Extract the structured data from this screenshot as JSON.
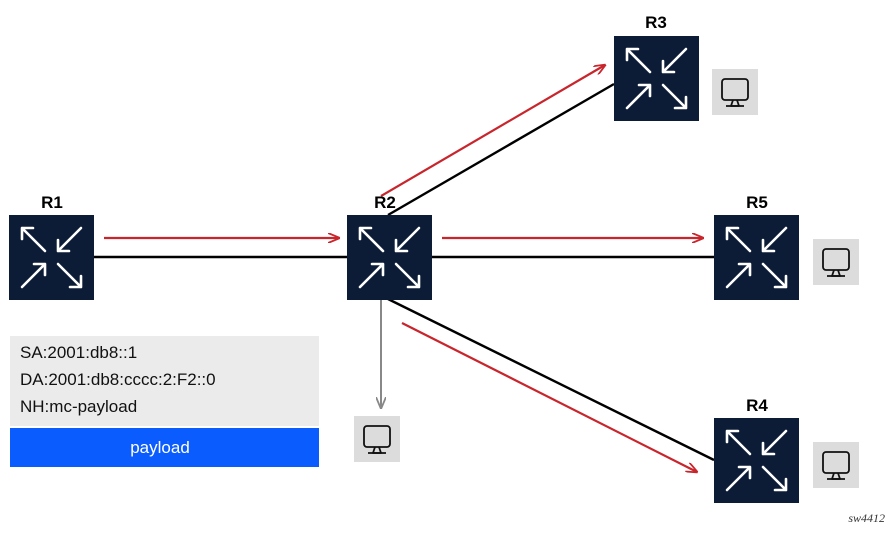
{
  "routers": {
    "r1": {
      "label": "R1"
    },
    "r2": {
      "label": "R2"
    },
    "r3": {
      "label": "R3"
    },
    "r4": {
      "label": "R4"
    },
    "r5": {
      "label": "R5"
    }
  },
  "packet": {
    "headers": [
      "SA:2001:db8::1",
      "DA:2001:db8:cccc:2:F2::0",
      "NH:mc-payload"
    ],
    "payload_label": "payload"
  },
  "figure_id": "sw4412",
  "colors": {
    "router": "#0c1b36",
    "traffic_arrow": "#c8252c",
    "local_delivery_arrow": "#888888",
    "payload": "#0a5cff",
    "packet_header_bg": "#ebebeb",
    "host_bg": "#dcdcdc"
  },
  "icons": {
    "router": "router-icon",
    "host": "monitor-icon"
  }
}
